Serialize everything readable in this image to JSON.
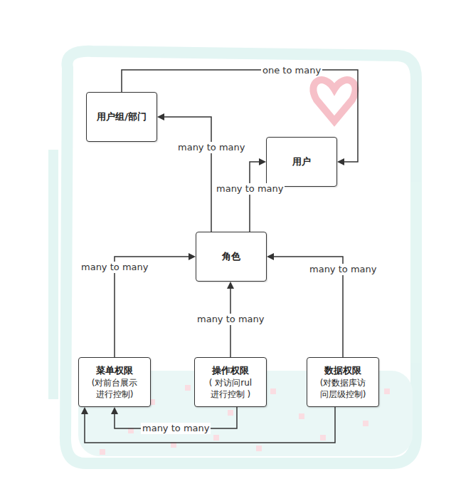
{
  "diagram": {
    "nodes": [
      {
        "text": [
          "用户组/部门"
        ]
      },
      {
        "text": [
          "用户"
        ]
      },
      {
        "text": [
          "角色"
        ]
      },
      {
        "text": [
          "菜单权限",
          "(对前台展示 进行控制)"
        ]
      },
      {
        "text": [
          "操作权限",
          "( 对访问rul 进行控制 )"
        ]
      },
      {
        "text": [
          "数据权限",
          "(对数据库访 问层级控制)"
        ]
      }
    ],
    "edges": [
      {
        "from": 0,
        "to": 1,
        "label": "one to many",
        "arrow": "to"
      },
      {
        "from": 2,
        "to": 0,
        "label": "many to many",
        "arrow": "to"
      },
      {
        "from": 2,
        "to": 1,
        "label": "many to many",
        "arrow": "to"
      },
      {
        "from": 3,
        "to": 2,
        "label": "many to many",
        "arrow": "to"
      },
      {
        "from": 4,
        "to": 2,
        "label": "many to many",
        "arrow": "to"
      },
      {
        "from": 5,
        "to": 2,
        "label": "many to many",
        "arrow": "to"
      },
      {
        "from": 4,
        "to": 3,
        "label": "many to many",
        "arrow": "to"
      },
      {
        "from": 5,
        "to": 3,
        "arrow": "to"
      }
    ]
  }
}
